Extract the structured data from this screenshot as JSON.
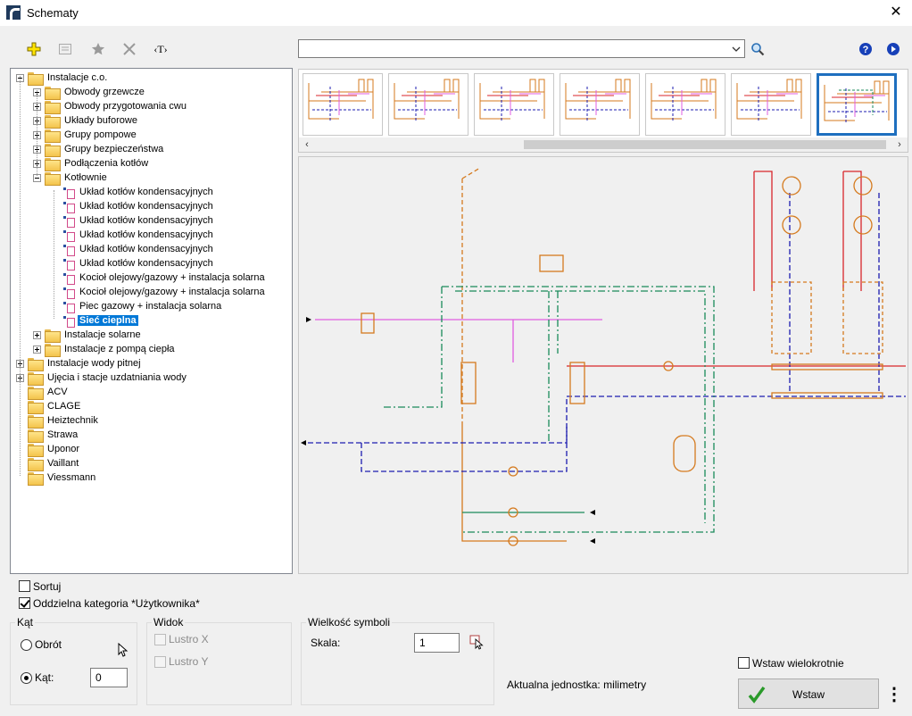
{
  "window": {
    "title": "Schematy",
    "close": "✕"
  },
  "toolbar": {
    "rename_label": "‹T›"
  },
  "tree": {
    "items": [
      {
        "label": "Instalacje c.o."
      },
      {
        "label": "Obwody grzewcze"
      },
      {
        "label": "Obwody przygotowania cwu"
      },
      {
        "label": "Układy buforowe"
      },
      {
        "label": "Grupy pompowe"
      },
      {
        "label": "Grupy bezpieczeństwa"
      },
      {
        "label": "Podłączenia kotłów"
      },
      {
        "label": "Kotłownie"
      },
      {
        "label": "Układ kotłów kondensacyjnych"
      },
      {
        "label": "Układ kotłów kondensacyjnych"
      },
      {
        "label": "Układ kotłów kondensacyjnych"
      },
      {
        "label": "Układ kotłów kondensacyjnych"
      },
      {
        "label": "Układ kotłów kondensacyjnych"
      },
      {
        "label": "Układ kotłów kondensacyjnych"
      },
      {
        "label": "Kocioł olejowy/gazowy + instalacja solarna"
      },
      {
        "label": "Kocioł olejowy/gazowy + instalacja solarna"
      },
      {
        "label": "Piec gazowy + instalacja solarna"
      },
      {
        "label": "Sieć cieplna"
      },
      {
        "label": "Instalacje solarne"
      },
      {
        "label": "Instalacje z pompą ciepła"
      },
      {
        "label": "Instalacje wody pitnej"
      },
      {
        "label": "Ujęcia i stacje uzdatniania wody"
      },
      {
        "label": "ACV"
      },
      {
        "label": "CLAGE"
      },
      {
        "label": "Heiztechnik"
      },
      {
        "label": "Strawa"
      },
      {
        "label": "Uponor"
      },
      {
        "label": "Vaillant"
      },
      {
        "label": "Viessmann"
      }
    ]
  },
  "options": {
    "sortuj": "Sortuj",
    "oddzielna": "Oddzielna kategoria *Użytkownika*"
  },
  "kat": {
    "title": "Kąt",
    "obrot": "Obrót",
    "kat_label": "Kąt:",
    "kat_value": "0"
  },
  "widok": {
    "title": "Widok",
    "lustro_x": "Lustro X",
    "lustro_y": "Lustro Y"
  },
  "wielkosc": {
    "title": "Wielkość symboli",
    "skala_label": "Skala:",
    "skala_value": "1"
  },
  "unit_text": "Aktualna jednostka: milimetry",
  "wstaw_wielokrotnie": "Wstaw wielokrotnie",
  "wstaw_button": "Wstaw",
  "more_button": "⋮",
  "colors": {
    "accent": "#0078d7",
    "selected_thumb": "#1e6fbf",
    "pipe_red": "#d8262b",
    "pipe_blue": "#1d1db0",
    "pipe_green": "#1a8a5a",
    "pipe_orange": "#d57a1e",
    "pipe_pink": "#e05ce0"
  }
}
